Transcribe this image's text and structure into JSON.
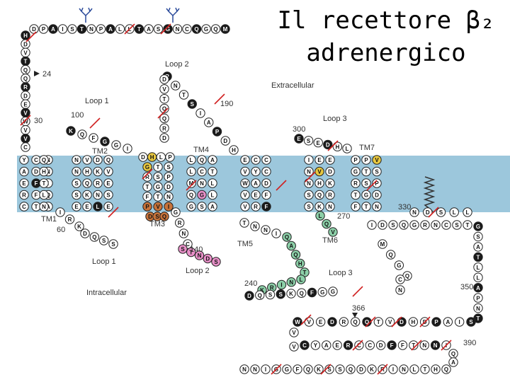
{
  "title": {
    "line1": "Il recettore β₂",
    "line2": "adrenergico"
  },
  "regions": {
    "extracellular": "Extracellular",
    "intracellular": "Intracellular"
  },
  "loops": {
    "loop1_top": "Loop 1",
    "loop2_top": "Loop 2",
    "loop3_top": "Loop 3",
    "loop1_bottom": "Loop 1",
    "loop2_bottom": "Loop 2",
    "loop3_bottom": "Loop 3"
  },
  "helices": {
    "tm1": "TM1",
    "tm2": "TM2",
    "tm3": "TM3",
    "tm4": "TM4",
    "tm5": "TM5",
    "tm6": "TM6",
    "tm7": "TM7"
  },
  "numbers": {
    "n24": "24",
    "n30": "30",
    "n100": "100",
    "n190": "190",
    "n300": "300",
    "n60": "60",
    "n140": "140",
    "n240": "240",
    "n270": "270",
    "n330": "330",
    "n350": "350",
    "n366": "366",
    "n390": "390"
  },
  "sequences": {
    "nterm_top": "MQGQCNGSATLLAPNTSIAP",
    "nterm_left": "DHDVTQQRDEVWVV",
    "ecl2": "CYAERCCDFFTNNIQAQHT",
    "ecl3": "LNIRKDQ",
    "ctail_row1": "SSKQFGGINNSSEVHQKE",
    "ctail_row2": "DKRNLQVESEDHLPGRTFPTS",
    "ctail_row3": "GTVSPDNIDSQGRNCSTNDSLL"
  }
}
